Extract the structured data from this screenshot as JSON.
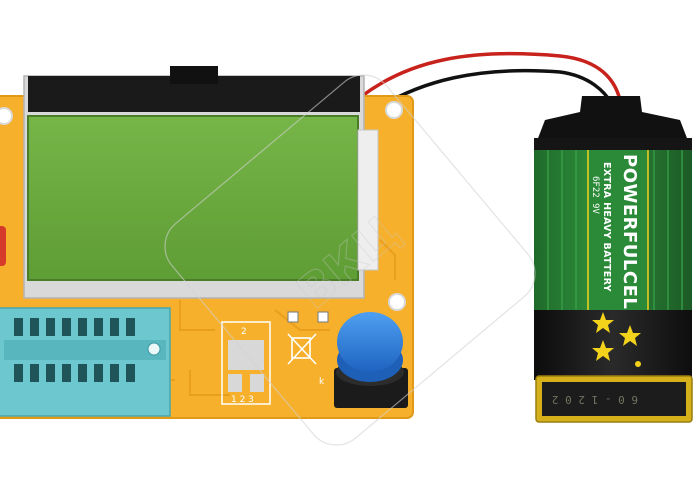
{
  "battery": {
    "brand": "POWERFULCELL",
    "subtitle": "EXTRA HEAVY BATTERY",
    "voltage_line": "6F22 9V",
    "bottom_code": "6 0 - 1 2 0 2"
  },
  "pcb": {
    "pin_label_1": "2",
    "pin_label_2": "1 2 3",
    "k_label": "k"
  },
  "watermark": {
    "text": "ВКЦ"
  },
  "colors": {
    "pcb": "#f6b02c",
    "lcd": "#6bad3e",
    "battery_green": "#2f8f3c",
    "socket": "#6cc7cf",
    "button": "#2b7fe0",
    "star": "#f3d21c"
  }
}
